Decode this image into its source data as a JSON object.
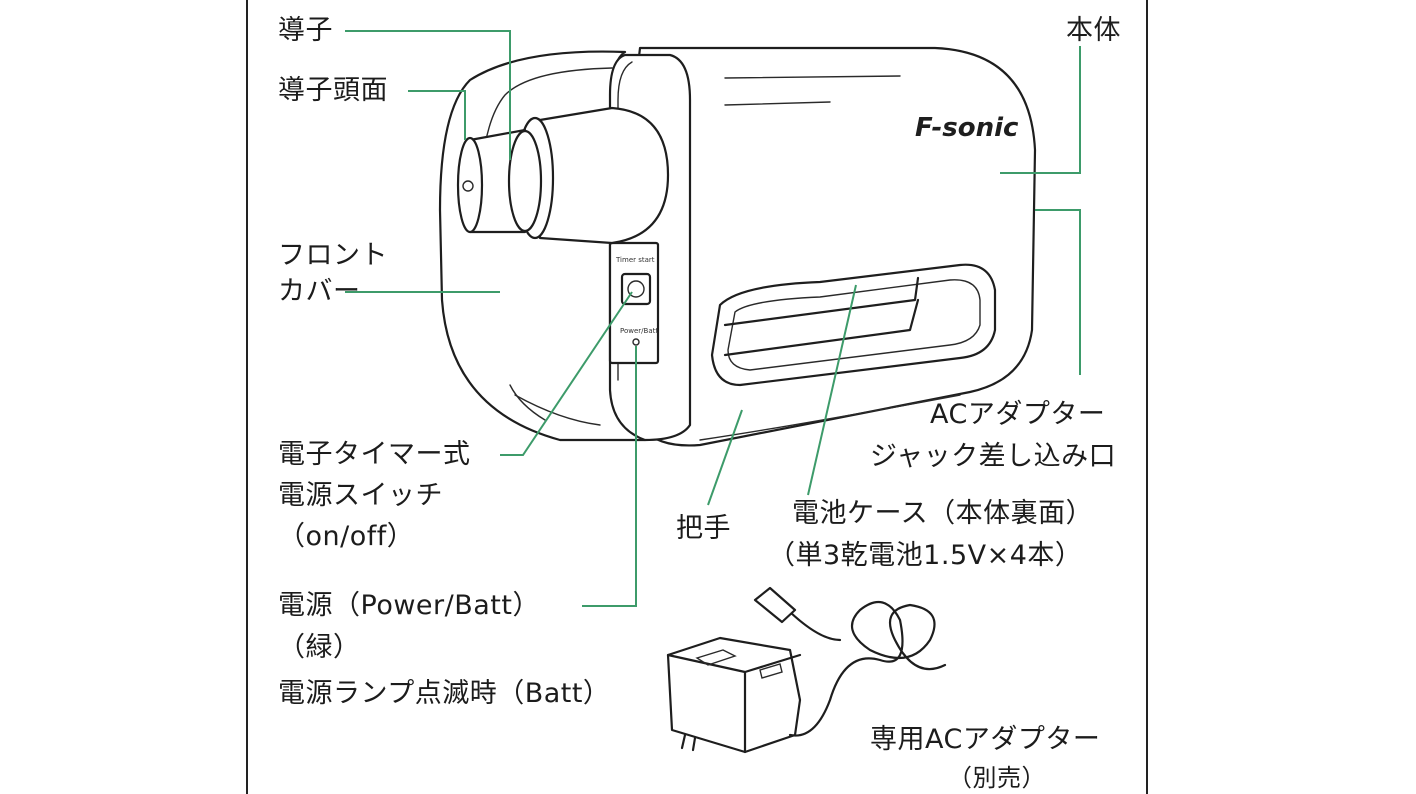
{
  "labels": {
    "probe": "導子",
    "probe_head": "導子頭面",
    "front_cover_line1": "フロント",
    "front_cover_line2": "カバー",
    "timer_switch_line1": "電子タイマー式",
    "timer_switch_line2": "電源スイッチ",
    "timer_switch_line3": "（on/off）",
    "power_lamp_line1": "電源（Power/Batt）",
    "power_lamp_line2": "（緑）",
    "power_lamp_line3": "電源ランプ点滅時（Batt）",
    "body": "本体",
    "ac_jack_line1": "ACアダプター",
    "ac_jack_line2": "ジャック差し込み口",
    "handle": "把手",
    "battery_line1": "電池ケース（本体裏面）",
    "battery_line2": "（単3乾電池1.5V×4本）",
    "adapter_line1": "専用ACアダプター",
    "adapter_line2": "（別売）"
  },
  "device": {
    "logo": "F-sonic",
    "panel_top_text": "Timer start",
    "panel_bottom_text": "Power/Batt"
  },
  "colors": {
    "leader_line": "#3d9b6a",
    "outline": "#1e1e1e",
    "frame": "#222222"
  }
}
